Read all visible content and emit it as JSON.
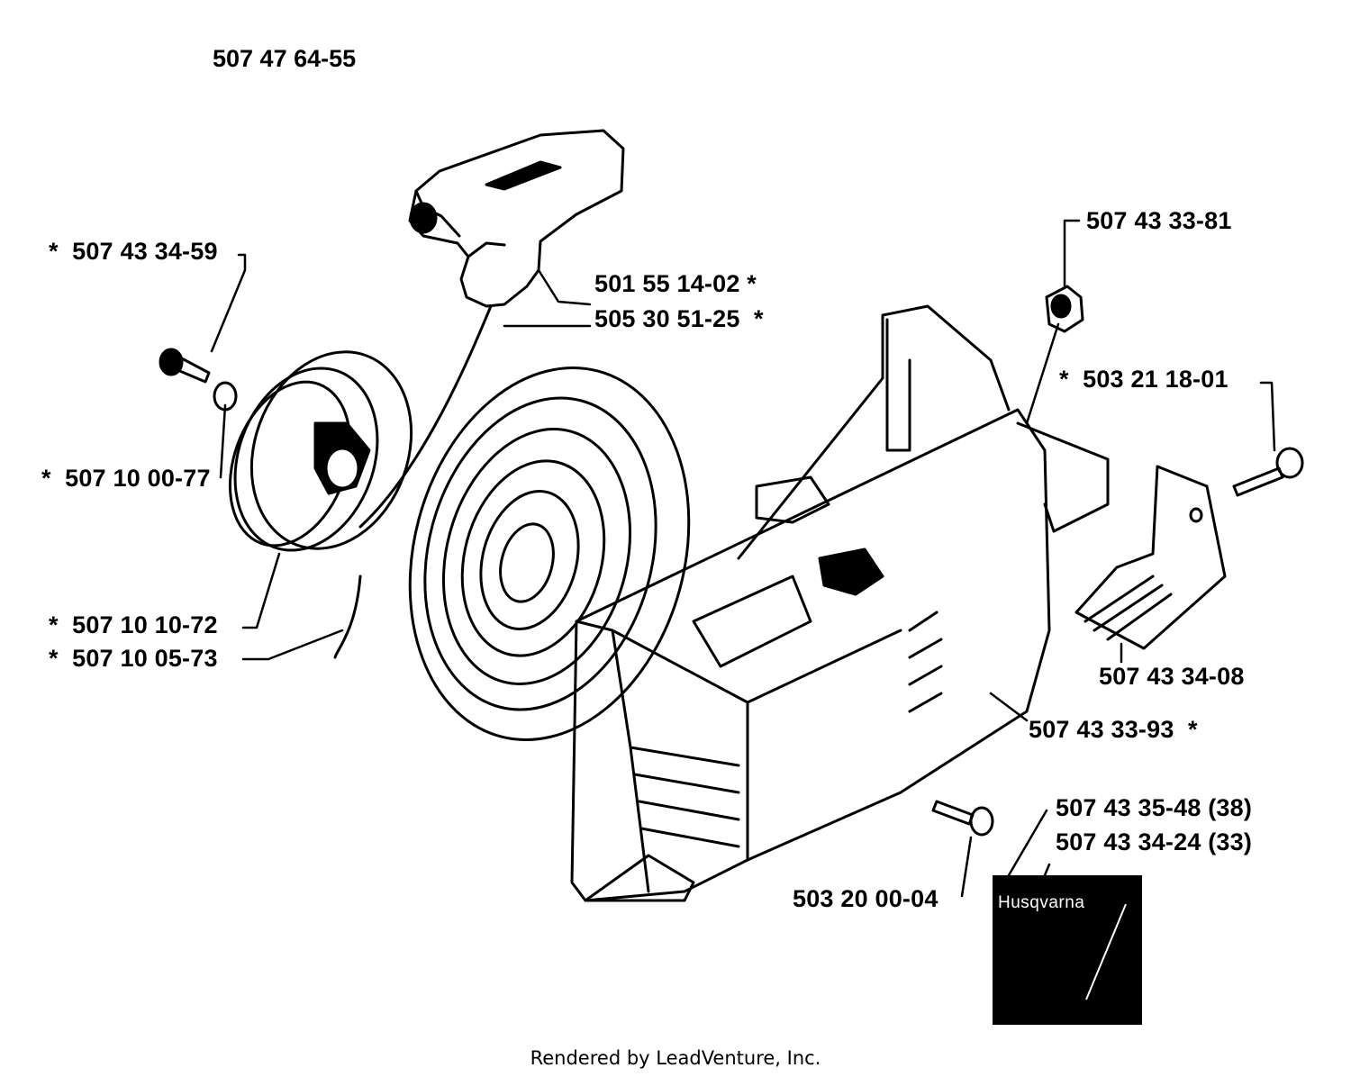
{
  "assembly_number": "507 47 64-55",
  "parts": [
    {
      "id": "p1",
      "number": "507 43 34-59",
      "prefix": "*",
      "suffix": ""
    },
    {
      "id": "p2",
      "number": "507 10 00-77",
      "prefix": "*",
      "suffix": ""
    },
    {
      "id": "p3",
      "number": "507 10 10-72",
      "prefix": "*",
      "suffix": ""
    },
    {
      "id": "p4",
      "number": "507 10 05-73",
      "prefix": "*",
      "suffix": ""
    },
    {
      "id": "p5",
      "number": "501 55 14-02",
      "prefix": "",
      "suffix": "*"
    },
    {
      "id": "p6",
      "number": "505 30 51-25",
      "prefix": "",
      "suffix": "*"
    },
    {
      "id": "p7",
      "number": "507 43 33-81",
      "prefix": "",
      "suffix": ""
    },
    {
      "id": "p8",
      "number": "503 21 18-01",
      "prefix": "*",
      "suffix": ""
    },
    {
      "id": "p9",
      "number": "507 43 34-08",
      "prefix": "",
      "suffix": ""
    },
    {
      "id": "p10",
      "number": "507 43 33-93",
      "prefix": "",
      "suffix": "*"
    },
    {
      "id": "p11",
      "number": "503 20 00-04",
      "prefix": "",
      "suffix": ""
    },
    {
      "id": "p12",
      "number": "507 43 35-48 (38)",
      "prefix": "",
      "suffix": ""
    },
    {
      "id": "p13",
      "number": "507 43 34-24 (33)",
      "prefix": "",
      "suffix": ""
    }
  ],
  "decal_text": "Husqvarna",
  "footer": "Rendered by LeadVenture, Inc."
}
